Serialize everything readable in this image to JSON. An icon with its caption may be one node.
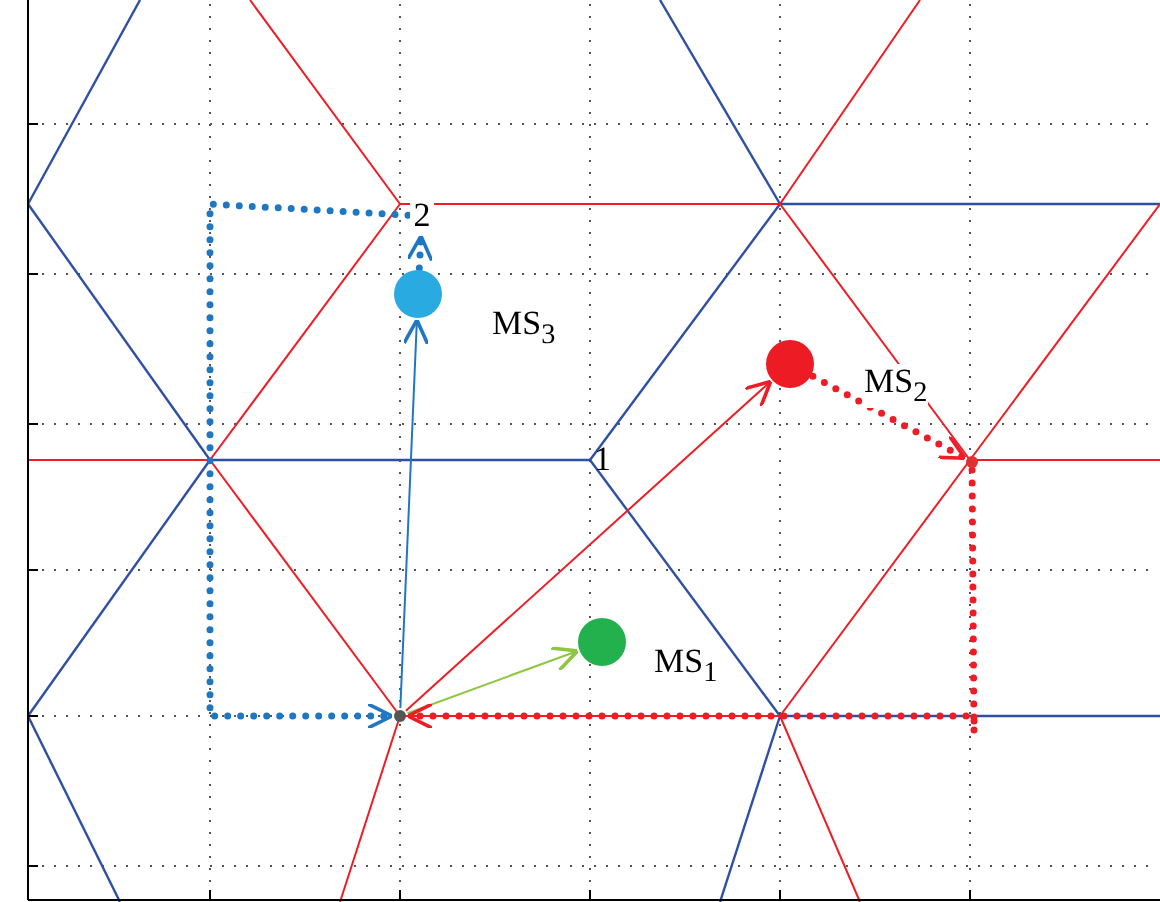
{
  "diagram": {
    "nodes": [
      {
        "text": [],
        "shape": "point"
      },
      {
        "text": [],
        "shape": "circle",
        "beside": [
          "MS$_{1}$"
        ]
      },
      {
        "text": [],
        "shape": "circle",
        "beside": [
          "MS$_{2}$"
        ]
      },
      {
        "text": [],
        "shape": "circle",
        "beside": [
          "MS$_{3}$"
        ]
      },
      {
        "text": [
          "2"
        ]
      },
      {
        "text": [],
        "shape": "point"
      }
    ],
    "edges": [
      {
        "from": 0,
        "to": 1,
        "arrow": "to",
        "color": "#8dc63f"
      },
      {
        "from": 0,
        "to": 2,
        "arrow": "to",
        "color": "#ee1c25"
      },
      {
        "from": 0,
        "to": 3,
        "arrow": "to",
        "color": "#1f77c4"
      },
      {
        "from": 3,
        "to": 4,
        "arrow": "to",
        "style": "dashed",
        "color": "#1f77c4"
      },
      {
        "from": 4,
        "to": 0,
        "arrow": "to",
        "style": "dashed",
        "color": "#1f77c4"
      },
      {
        "from": 2,
        "to": 5,
        "arrow": "to",
        "style": "dashed",
        "color": "#ee1c25"
      },
      {
        "from": 5,
        "to": 0,
        "arrow": "to",
        "style": "dashed",
        "color": "#ee1c25"
      }
    ],
    "labels": [
      "1"
    ]
  }
}
